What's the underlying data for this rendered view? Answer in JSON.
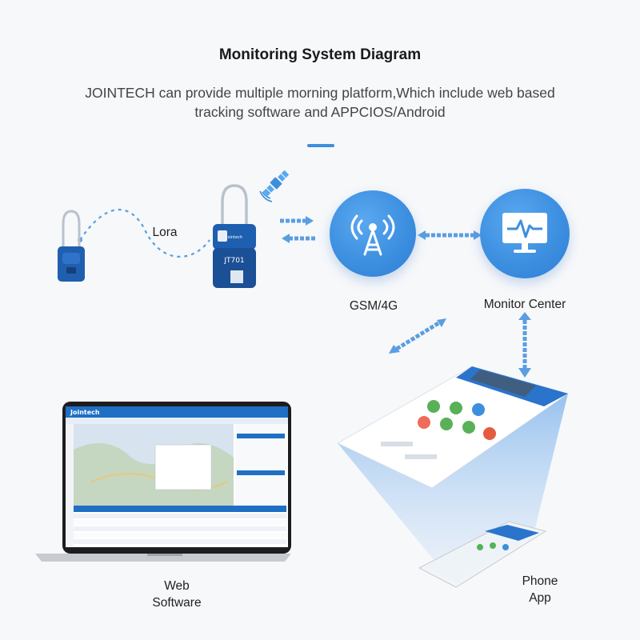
{
  "header": {
    "title": "Monitoring System Diagram",
    "subtitle_line1": "JOINTECH can provide multiple morning platform,Which include web based",
    "subtitle_line2": "tracking software and APPCIOS/Android"
  },
  "nodes": {
    "lora": "Lora",
    "gsm": "GSM/4G",
    "monitor": "Monitor Center",
    "web_line1": "Web",
    "web_line2": "Software",
    "phone_line1": "Phone",
    "phone_line2": "App"
  },
  "device": {
    "brand": "Jointech",
    "model": "JT701"
  },
  "screen": {
    "logo": "Jointech"
  },
  "colors": {
    "accent": "#3d8fdd",
    "arrow": "#5a9ee0",
    "device_blue": "#1f5fb0"
  },
  "icons": {
    "gsm": "antenna-tower-icon",
    "monitor": "monitor-heartbeat-icon",
    "satellite": "satellite-icon"
  }
}
